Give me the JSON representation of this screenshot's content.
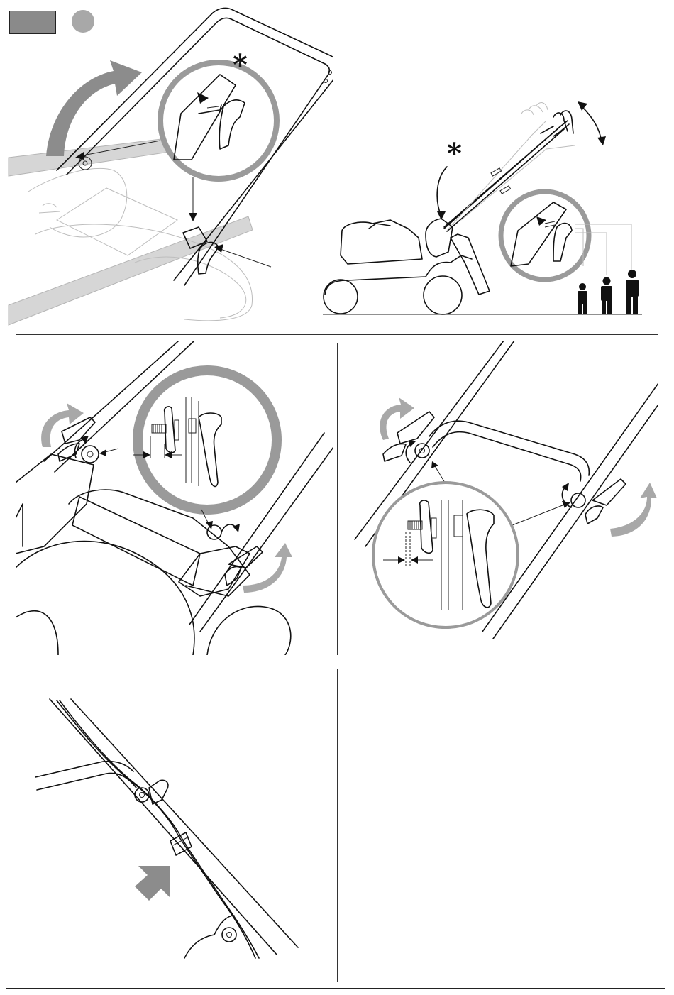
{
  "header": {
    "step_marker_color": "#8a8a8a",
    "step_dot_color": "#a8a8a8"
  },
  "panel_1": {
    "asterisk": "*",
    "icons": [
      "handle-frame",
      "magnifier-ring",
      "rotate-up-arrow",
      "lever-clamp"
    ]
  },
  "panel_2": {
    "asterisk": "*",
    "icons": [
      "lawnmower-side-view",
      "handle-angle-arrows",
      "magnifier-ring",
      "person-height-short",
      "person-height-medium",
      "person-height-tall"
    ]
  },
  "panel_3": {
    "icons": [
      "knob-rotate-arrow",
      "lever-rotate-arrow",
      "magnifier-ring",
      "gap-indicator-arrows"
    ]
  },
  "panel_4": {
    "icons": [
      "knob-rotate-arrow",
      "lever-rotate-arrow",
      "magnifier-ring",
      "gap-indicator-arrows"
    ]
  },
  "panel_5": {
    "icons": [
      "cable-clip",
      "direction-arrow"
    ]
  },
  "colors": {
    "ink": "#111111",
    "accent_grey": "#8c8c8c",
    "ring_grey": "#9a9a9a",
    "band_grey": "#d6d6d6"
  }
}
